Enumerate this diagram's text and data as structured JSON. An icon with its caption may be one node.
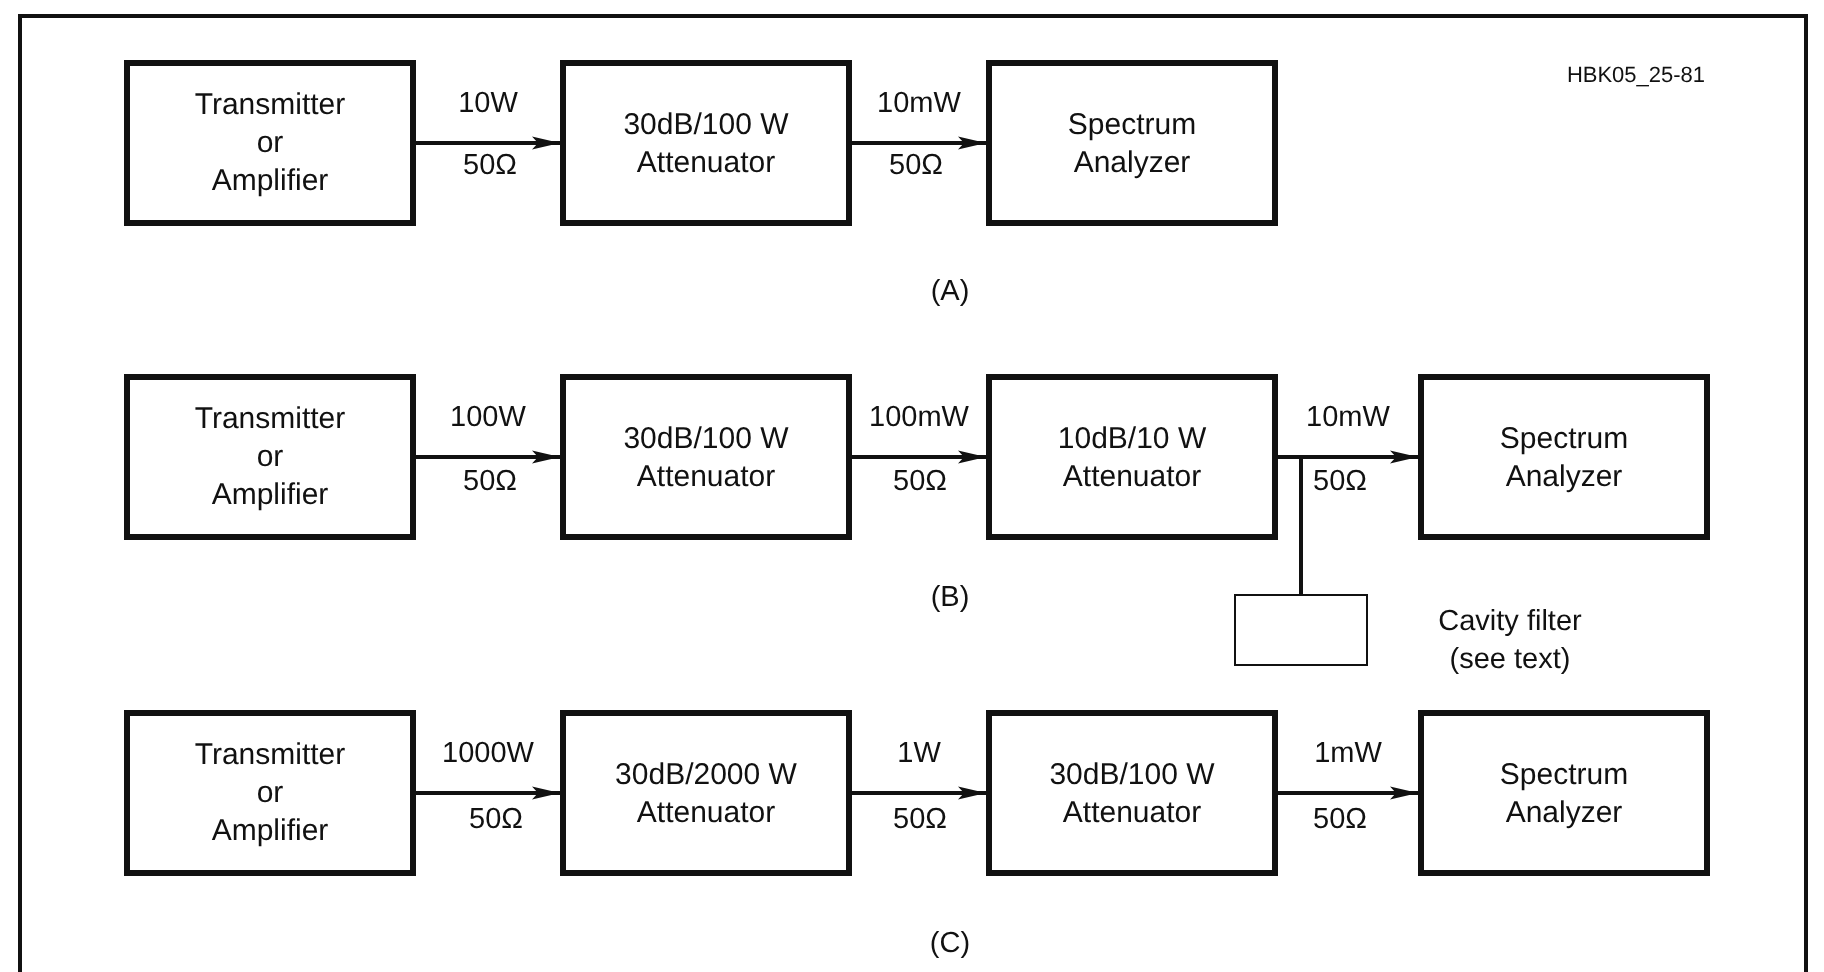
{
  "diagram": {
    "nodes": [
      {
        "text": [
          "Transmitter or Amplifier"
        ]
      },
      {
        "text": [
          "30dB/100 W Attenuator"
        ]
      },
      {
        "text": [
          "Spectrum Analyzer"
        ]
      },
      {
        "text": [
          "Transmitter or Amplifier"
        ]
      },
      {
        "text": [
          "30dB/100 W Attenuator"
        ]
      },
      {
        "text": [
          "10dB/10 W Attenuator"
        ]
      },
      {
        "text": [
          "Spectrum Analyzer"
        ]
      },
      {
        "text": [],
        "shape": "box"
      },
      {
        "text": [
          "Transmitter or Amplifier"
        ]
      },
      {
        "text": [
          "30dB/2000 W Attenuator"
        ]
      },
      {
        "text": [
          "30dB/100 W Attenuator"
        ]
      },
      {
        "text": [
          "Spectrum Analyzer"
        ]
      }
    ],
    "edges": [
      {
        "from": 0,
        "to": 1,
        "arrow": "to",
        "label": "10W"
      },
      {
        "from": 1,
        "to": 2,
        "arrow": "to",
        "label": "10mW"
      },
      {
        "from": 3,
        "to": 4,
        "arrow": "to",
        "label": "100W"
      },
      {
        "from": 4,
        "to": 5,
        "arrow": "to",
        "label": "100mW"
      },
      {
        "from": 5,
        "to": 6,
        "arrow": "to",
        "label": "10mW"
      },
      {
        "from": 5,
        "to": 7,
        "arrow": "none"
      },
      {
        "from": 8,
        "to": 9,
        "arrow": "to",
        "label": "1000W"
      },
      {
        "from": 9,
        "to": 10,
        "arrow": "to",
        "label": "1W"
      },
      {
        "from": 10,
        "to": 11,
        "arrow": "to",
        "label": "1mW"
      }
    ],
    "labels": [
      "HBK05_25-81",
      "50Ω",
      "50Ω",
      "(A)",
      "50Ω",
      "50Ω",
      "50Ω",
      "(B)",
      "Cavity filter (see text)",
      "50Ω",
      "50Ω",
      "50Ω",
      "(C)"
    ]
  }
}
